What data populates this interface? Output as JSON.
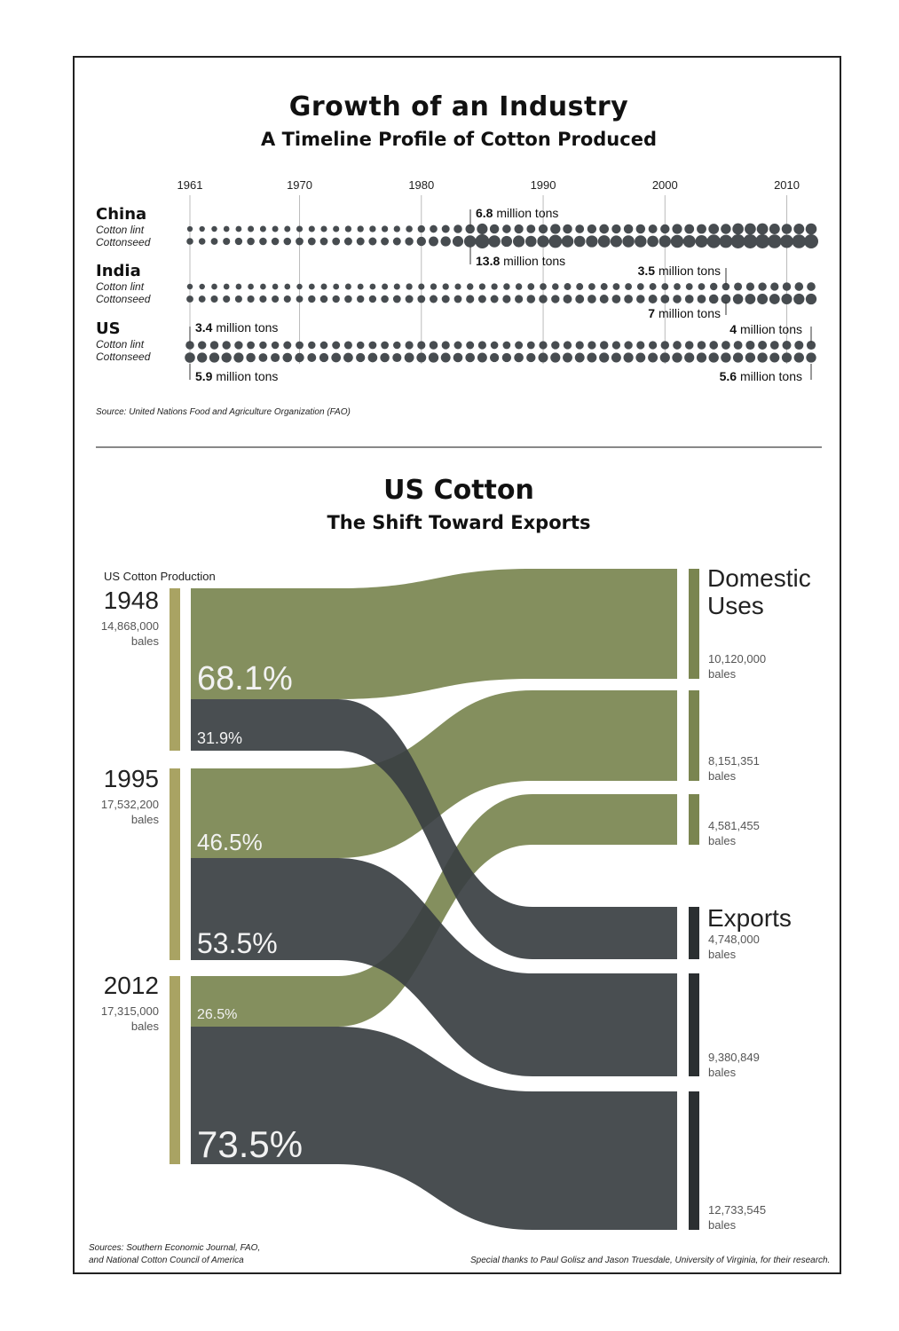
{
  "timeline": {
    "title": "Growth of an Industry",
    "subtitle": "A Timeline Profile of Cotton Produced",
    "source": "Source: United Nations Food and Agriculture Organization (FAO)",
    "years_labeled": [
      "1961",
      "1970",
      "1980",
      "1990",
      "2000",
      "2010"
    ],
    "series_labels": [
      "Cotton lint",
      "Cottonseed"
    ],
    "countries": [
      {
        "name": "China",
        "annotations": [
          "6.8 million tons",
          "13.8 million tons"
        ]
      },
      {
        "name": "India",
        "annotations": [
          "3.5 million tons",
          "7 million tons"
        ]
      },
      {
        "name": "US",
        "annotations": [
          "3.4 million tons",
          "5.9 million tons",
          "4 million tons",
          "5.6 million tons"
        ]
      }
    ]
  },
  "chart_data": [
    {
      "type": "scatter",
      "title": "Growth of an Industry",
      "subtitle": "A Timeline Profile of Cotton Produced",
      "x_range": [
        1961,
        2012
      ],
      "x_ticks": [
        1961,
        1970,
        1980,
        1990,
        2000,
        2010
      ],
      "unit": "million tons",
      "series": [
        {
          "name": "China Cotton lint",
          "values": [
            0.8,
            0.8,
            0.9,
            1.0,
            1.1,
            1.2,
            1.2,
            1.2,
            1.2,
            1.3,
            1.3,
            1.3,
            1.3,
            1.4,
            1.4,
            1.4,
            1.4,
            1.4,
            1.6,
            2.2,
            2.5,
            2.8,
            3.4,
            4.5,
            6.8,
            4.5,
            3.5,
            4.2,
            3.7,
            4.3,
            5.6,
            4.5,
            3.7,
            4.3,
            4.7,
            4.2,
            4.5,
            4.5,
            3.8,
            4.4,
            5.3,
            4.9,
            4.9,
            6.2,
            5.7,
            7.5,
            7.6,
            7.8,
            6.4,
            5.8,
            6.5,
            7.4
          ]
        },
        {
          "name": "China Cottonseed",
          "values": [
            1.6,
            1.6,
            1.8,
            2.0,
            2.2,
            2.4,
            2.4,
            2.4,
            2.4,
            2.6,
            2.6,
            2.6,
            2.6,
            2.8,
            2.8,
            2.8,
            2.8,
            2.8,
            3.2,
            4.4,
            5.0,
            5.6,
            6.8,
            9.0,
            13.8,
            9.0,
            7.0,
            8.4,
            7.4,
            8.6,
            11.2,
            9.0,
            7.4,
            8.6,
            9.4,
            8.4,
            9.0,
            9.0,
            7.6,
            8.8,
            10.6,
            9.8,
            9.8,
            12.4,
            11.4,
            13.6,
            13.6,
            13.6,
            12.8,
            11.6,
            13.0,
            13.8
          ]
        },
        {
          "name": "India Cotton lint",
          "values": [
            0.9,
            0.9,
            1.0,
            1.0,
            1.0,
            1.0,
            1.0,
            1.0,
            1.0,
            0.9,
            1.1,
            1.2,
            1.1,
            1.2,
            1.1,
            1.1,
            1.2,
            1.3,
            1.4,
            1.3,
            1.4,
            1.4,
            1.3,
            1.5,
            1.4,
            1.4,
            1.5,
            1.5,
            1.7,
            1.7,
            1.6,
            1.9,
            1.9,
            1.8,
            1.9,
            1.8,
            1.8,
            1.7,
            1.9,
            1.8,
            1.7,
            1.8,
            1.8,
            2.3,
            2.4,
            2.9,
            3.1,
            3.2,
            3.1,
            3.3,
            3.5,
            3.5
          ]
        },
        {
          "name": "India Cottonseed",
          "values": [
            1.8,
            1.8,
            2.0,
            2.0,
            2.0,
            2.0,
            2.0,
            2.0,
            2.0,
            1.8,
            2.2,
            2.4,
            2.2,
            2.4,
            2.2,
            2.2,
            2.4,
            2.6,
            2.8,
            2.6,
            2.8,
            2.8,
            2.6,
            3.0,
            2.8,
            2.8,
            3.0,
            3.0,
            3.4,
            3.4,
            3.2,
            3.8,
            3.8,
            3.6,
            3.8,
            3.6,
            3.6,
            3.4,
            3.8,
            3.6,
            3.4,
            3.6,
            3.6,
            4.6,
            4.8,
            5.8,
            6.2,
            6.4,
            6.2,
            6.6,
            7.0,
            7.0
          ]
        },
        {
          "name": "US Cotton lint",
          "values": [
            3.4,
            3.2,
            3.3,
            3.3,
            3.2,
            2.6,
            2.3,
            2.4,
            2.8,
            2.7,
            2.3,
            2.5,
            2.8,
            2.9,
            2.4,
            2.7,
            2.6,
            2.4,
            3.0,
            3.0,
            3.4,
            3.0,
            2.8,
            2.8,
            3.0,
            2.5,
            2.6,
            2.8,
            2.6,
            3.1,
            3.2,
            3.1,
            3.1,
            3.1,
            3.3,
            3.1,
            3.2,
            3.0,
            3.1,
            3.3,
            3.5,
            3.4,
            3.4,
            3.5,
            3.6,
            3.7,
            4.0,
            3.9,
            3.6,
            3.9,
            4.0,
            4.0
          ]
        },
        {
          "name": "US Cottonseed",
          "values": [
            5.9,
            5.5,
            5.6,
            5.6,
            5.3,
            4.5,
            3.7,
            4.0,
            4.6,
            4.4,
            3.8,
            4.2,
            4.8,
            4.8,
            4.2,
            4.7,
            4.5,
            4.0,
            5.0,
            5.0,
            5.6,
            5.0,
            4.6,
            4.6,
            5.0,
            4.2,
            4.3,
            4.6,
            4.3,
            5.1,
            5.3,
            5.0,
            5.0,
            5.0,
            5.4,
            5.1,
            5.3,
            5.0,
            5.1,
            5.4,
            5.6,
            5.4,
            5.4,
            5.6,
            5.6,
            5.6,
            5.6,
            5.6,
            5.2,
            5.5,
            5.6,
            5.6
          ]
        }
      ]
    },
    {
      "type": "sankey",
      "title": "US Cotton",
      "subtitle": "The Shift Toward Exports",
      "source_label": "US Cotton Production",
      "sources": [
        {
          "year": "1948",
          "bales": "14,868,000",
          "unit": "bales",
          "domestic_pct": "68.1%",
          "export_pct": "31.9%"
        },
        {
          "year": "1995",
          "bales": "17,532,200",
          "unit": "bales",
          "domestic_pct": "46.5%",
          "export_pct": "53.5%"
        },
        {
          "year": "2012",
          "bales": "17,315,000",
          "unit": "bales",
          "domestic_pct": "26.5%",
          "export_pct": "73.5%"
        }
      ],
      "targets": {
        "domestic": {
          "label": "Domestic Uses",
          "values": [
            "10,120,000",
            "8,151,351",
            "4,581,455"
          ],
          "unit": "bales"
        },
        "exports": {
          "label": "Exports",
          "values": [
            "4,748,000",
            "9,380,849",
            "12,733,545"
          ],
          "unit": "bales"
        }
      },
      "colors": {
        "domestic": "#7a8550",
        "exports": "#3a3f42",
        "source_bar": "#a9a363",
        "export_bar": "#2b2f31"
      }
    }
  ],
  "footer": {
    "sources_line1": "Sources: Southern Economic Journal, FAO,",
    "sources_line2": "and National Cotton Council of America",
    "thanks": "Special thanks to Paul Golisz and Jason Truesdale, University of Virginia, for their research."
  }
}
